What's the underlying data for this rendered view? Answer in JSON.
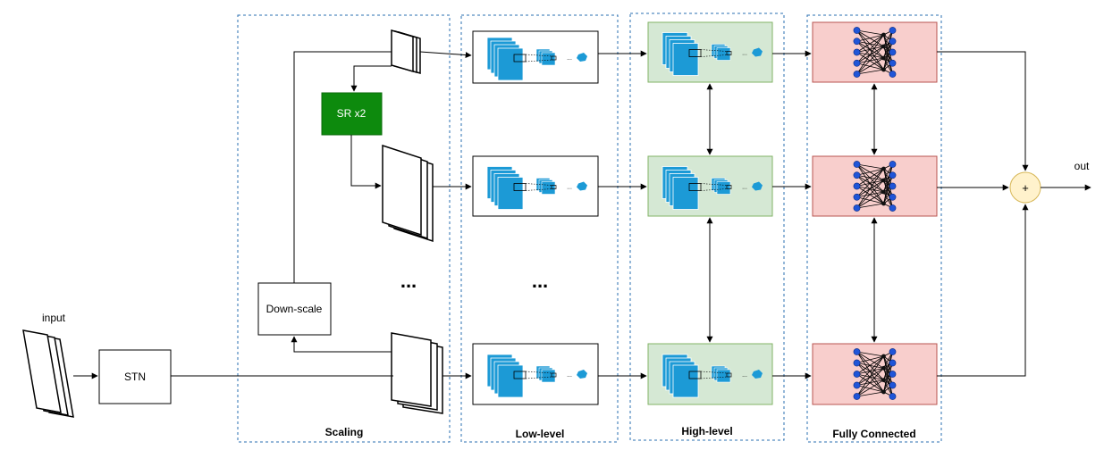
{
  "input_label": "input",
  "output_label": "out",
  "stn_label": "STN",
  "downscale_label": "Down-scale",
  "sr_label": "SR x2",
  "plus_label": "+",
  "ellipsis": "...",
  "cnn_ellipsis": "...",
  "groups": {
    "scaling": "Scaling",
    "low_level": "Low-level",
    "high_level": "High-level",
    "fully_connected": "Fully Connected"
  },
  "colors": {
    "group_border": "#2a6fb0",
    "cnn_blue": "#1c9ad6",
    "high_level_fill": "#d5e8d4",
    "high_level_border": "#82b366",
    "fc_fill": "#f8cecc",
    "fc_border": "#b85450",
    "fc_node": "#1f55d8",
    "sr_fill": "#0d8a0d",
    "plus_fill": "#fff2cc",
    "plus_border": "#d6b656"
  }
}
